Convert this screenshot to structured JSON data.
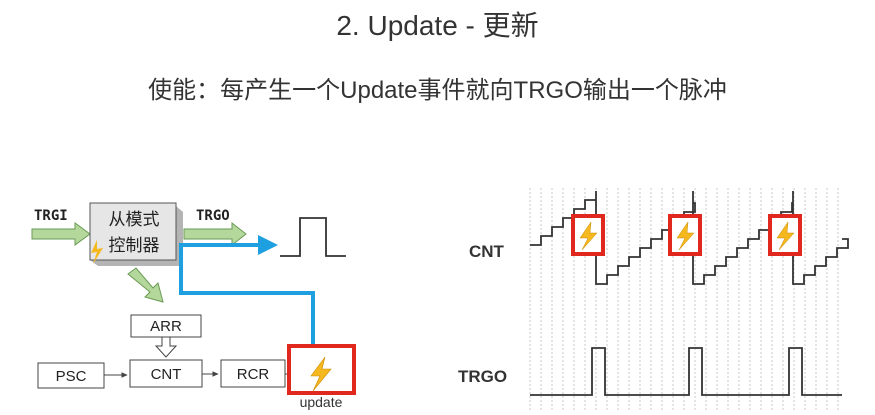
{
  "title": "2. Update - 更新",
  "subtitle": "使能：每产生一个Update事件就向TRGO输出一个脉冲",
  "diagram": {
    "trgi_label": "TRGI",
    "trgo_label": "TRGO",
    "slave_controller_line1": "从模式",
    "slave_controller_line2": "控制器",
    "arr_label": "ARR",
    "psc_label": "PSC",
    "cnt_label": "CNT",
    "rcr_label": "RCR",
    "update_label": "update"
  },
  "waveforms": {
    "cnt_label": "CNT",
    "trgo_label": "TRGO"
  },
  "colors": {
    "highlight_red": "#e0281e",
    "signal_blue": "#1ea0e0",
    "green_arrow": "#b4d89c",
    "box_gray": "#e6e6e6",
    "lightning": "#f5b81e"
  }
}
